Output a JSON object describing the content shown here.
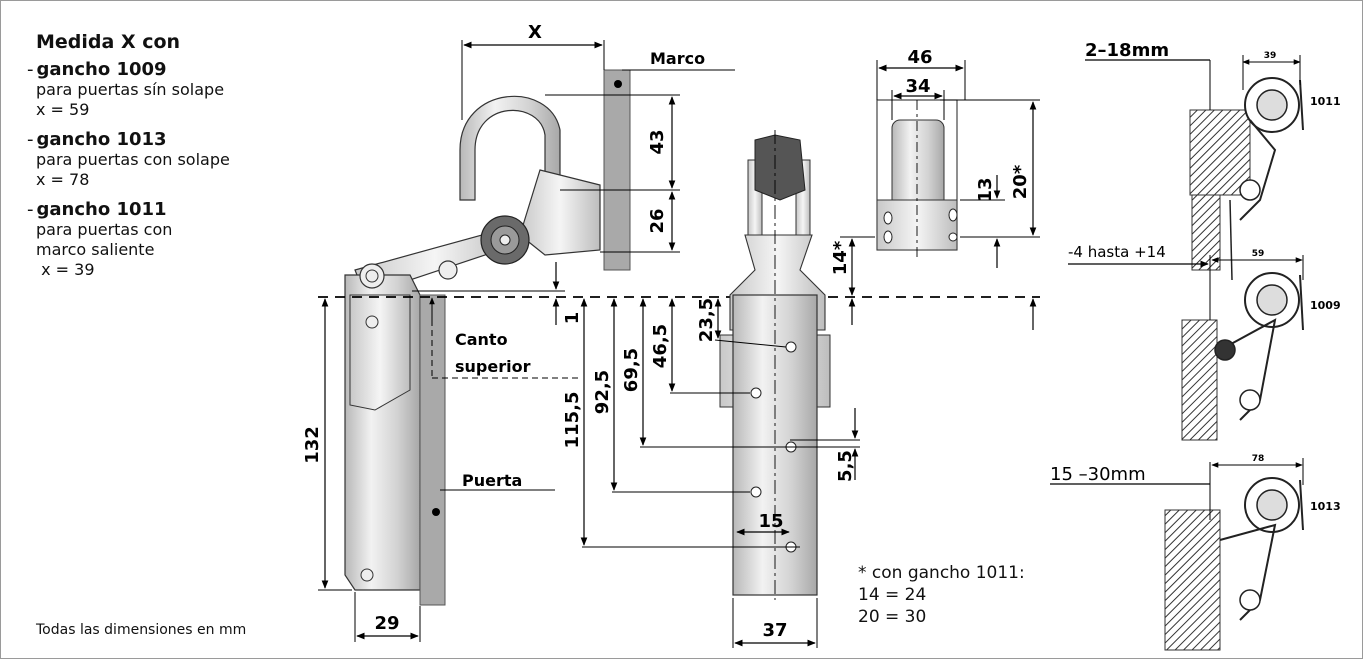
{
  "legend": {
    "title": "Medida X con",
    "items": [
      {
        "dash": "-",
        "name": "gancho 1009",
        "desc": [
          "para puertas sín solape",
          "x = 59"
        ]
      },
      {
        "dash": "-",
        "name": "gancho 1013",
        "desc": [
          "para puertas con solape",
          "x = 78"
        ]
      },
      {
        "dash": "-",
        "name": "gancho 1011",
        "desc": [
          "para puertas con",
          "marco saliente",
          " x = 39"
        ]
      }
    ]
  },
  "footer": "Todas las dimensiones en mm",
  "note": [
    "* con gancho 1011:",
    "14 = 24",
    "20 = 30"
  ],
  "labels": {
    "marco": "Marco",
    "puerta": "Puerta",
    "canto_1": "Canto",
    "canto_2": "superior"
  },
  "dims": {
    "x": "X",
    "d43": "43",
    "d26": "26",
    "d1": "1",
    "d132": "132",
    "d29": "29",
    "d115_5": "115,5",
    "d92_5": "92,5",
    "d69_5": "69,5",
    "d46_5": "46,5",
    "d23_5": "23,5",
    "d5_5": "5,5",
    "d15": "15",
    "d37": "37",
    "d46": "46",
    "d34": "34",
    "d13": "13",
    "d20": "20*",
    "d14": "14*"
  },
  "variants": {
    "v1011": {
      "range": "2–18mm",
      "dim": "39",
      "code": "1011"
    },
    "v1009": {
      "range": "-4 hasta +14",
      "dim": "59",
      "code": "1009"
    },
    "v1013": {
      "range": "15 –30mm",
      "dim": "78",
      "code": "1013"
    }
  }
}
